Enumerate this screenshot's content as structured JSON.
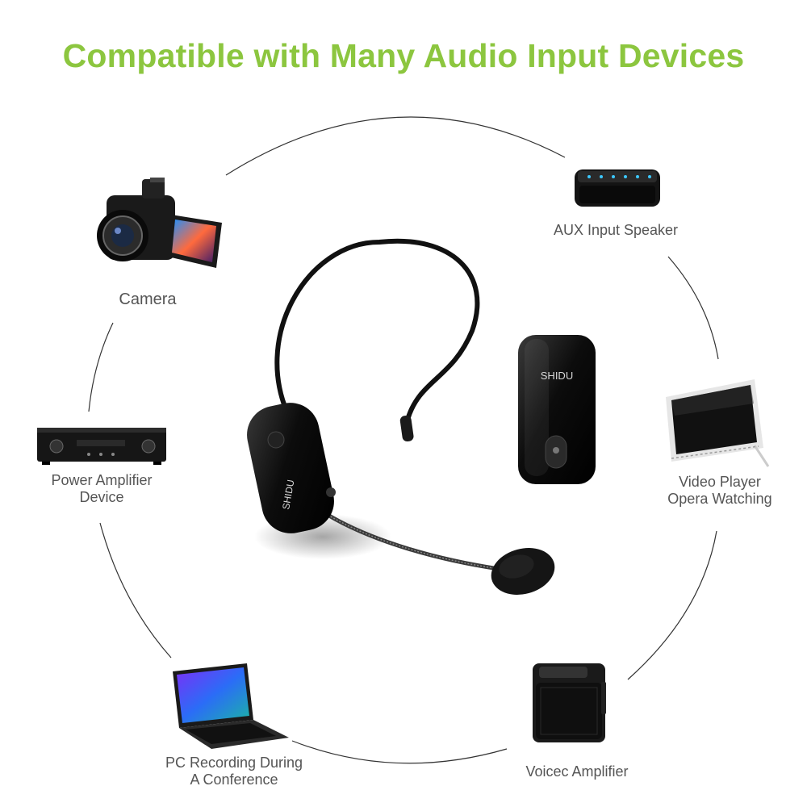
{
  "title": "Compatible with Many Audio Input Devices",
  "colors": {
    "title_green": "#8cc63f",
    "label_gray": "#555555",
    "circle_line": "#333333",
    "device_black": "#111111"
  },
  "devices": [
    {
      "id": "camera",
      "icon": "camera-icon",
      "lines": [
        "Camera"
      ]
    },
    {
      "id": "aux-speaker",
      "icon": "speaker-icon",
      "lines": [
        "AUX Input Speaker"
      ]
    },
    {
      "id": "amplifier",
      "icon": "amplifier-icon",
      "lines": [
        "Power Amplifier",
        "Device"
      ]
    },
    {
      "id": "video-player",
      "icon": "monitor-icon",
      "lines": [
        "Video Player",
        "Opera Watching"
      ]
    },
    {
      "id": "pc",
      "icon": "laptop-icon",
      "lines": [
        "PC Recording During",
        "A Conference"
      ]
    },
    {
      "id": "voice-amp",
      "icon": "voice-amplifier-icon",
      "lines": [
        "Voicec Amplifier"
      ]
    }
  ],
  "product": {
    "brand": "SHIDU",
    "headset_icon": "headset-microphone-icon",
    "receiver_icon": "receiver-icon"
  }
}
